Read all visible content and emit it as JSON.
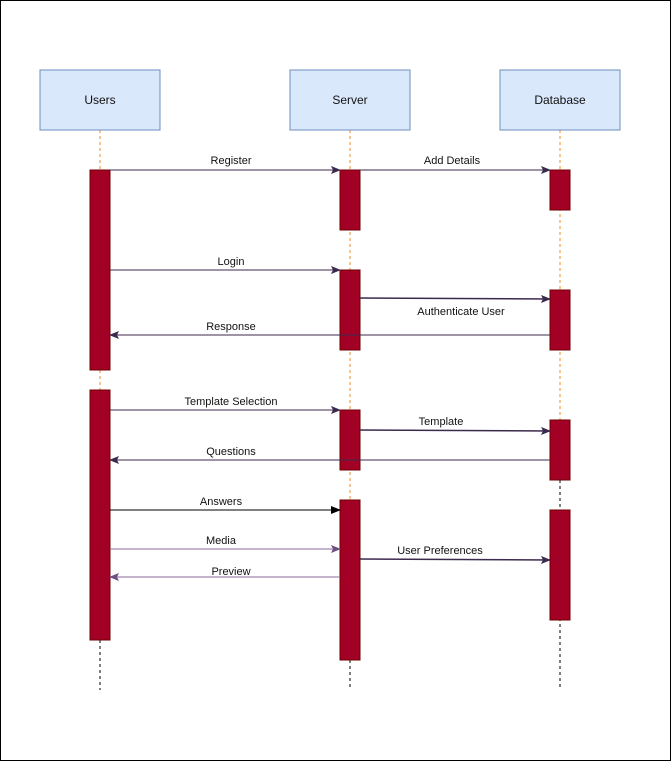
{
  "participants": {
    "users": {
      "label": "Users"
    },
    "server": {
      "label": "Server"
    },
    "database": {
      "label": "Database"
    }
  },
  "messages": {
    "register": "Register",
    "add_details": "Add Details",
    "login": "Login",
    "authenticate_user": "Authenticate User",
    "response": "Response",
    "template_selection": "Template Selection",
    "template": "Template",
    "questions": "Questions",
    "answers": "Answers",
    "media": "Media",
    "user_preferences": "User Preferences",
    "preview": "Preview"
  },
  "colors": {
    "participant_fill": "#dae8fc",
    "participant_stroke": "#6c8ebf",
    "activation_fill": "#a20025",
    "activation_stroke": "#6f0000",
    "lifeline_orange": "#f08a24",
    "lifeline_black": "#000000",
    "arrow_dark": "#3c2a4d",
    "arrow_black": "#000000",
    "arrow_purple": "#8a6a9a"
  }
}
